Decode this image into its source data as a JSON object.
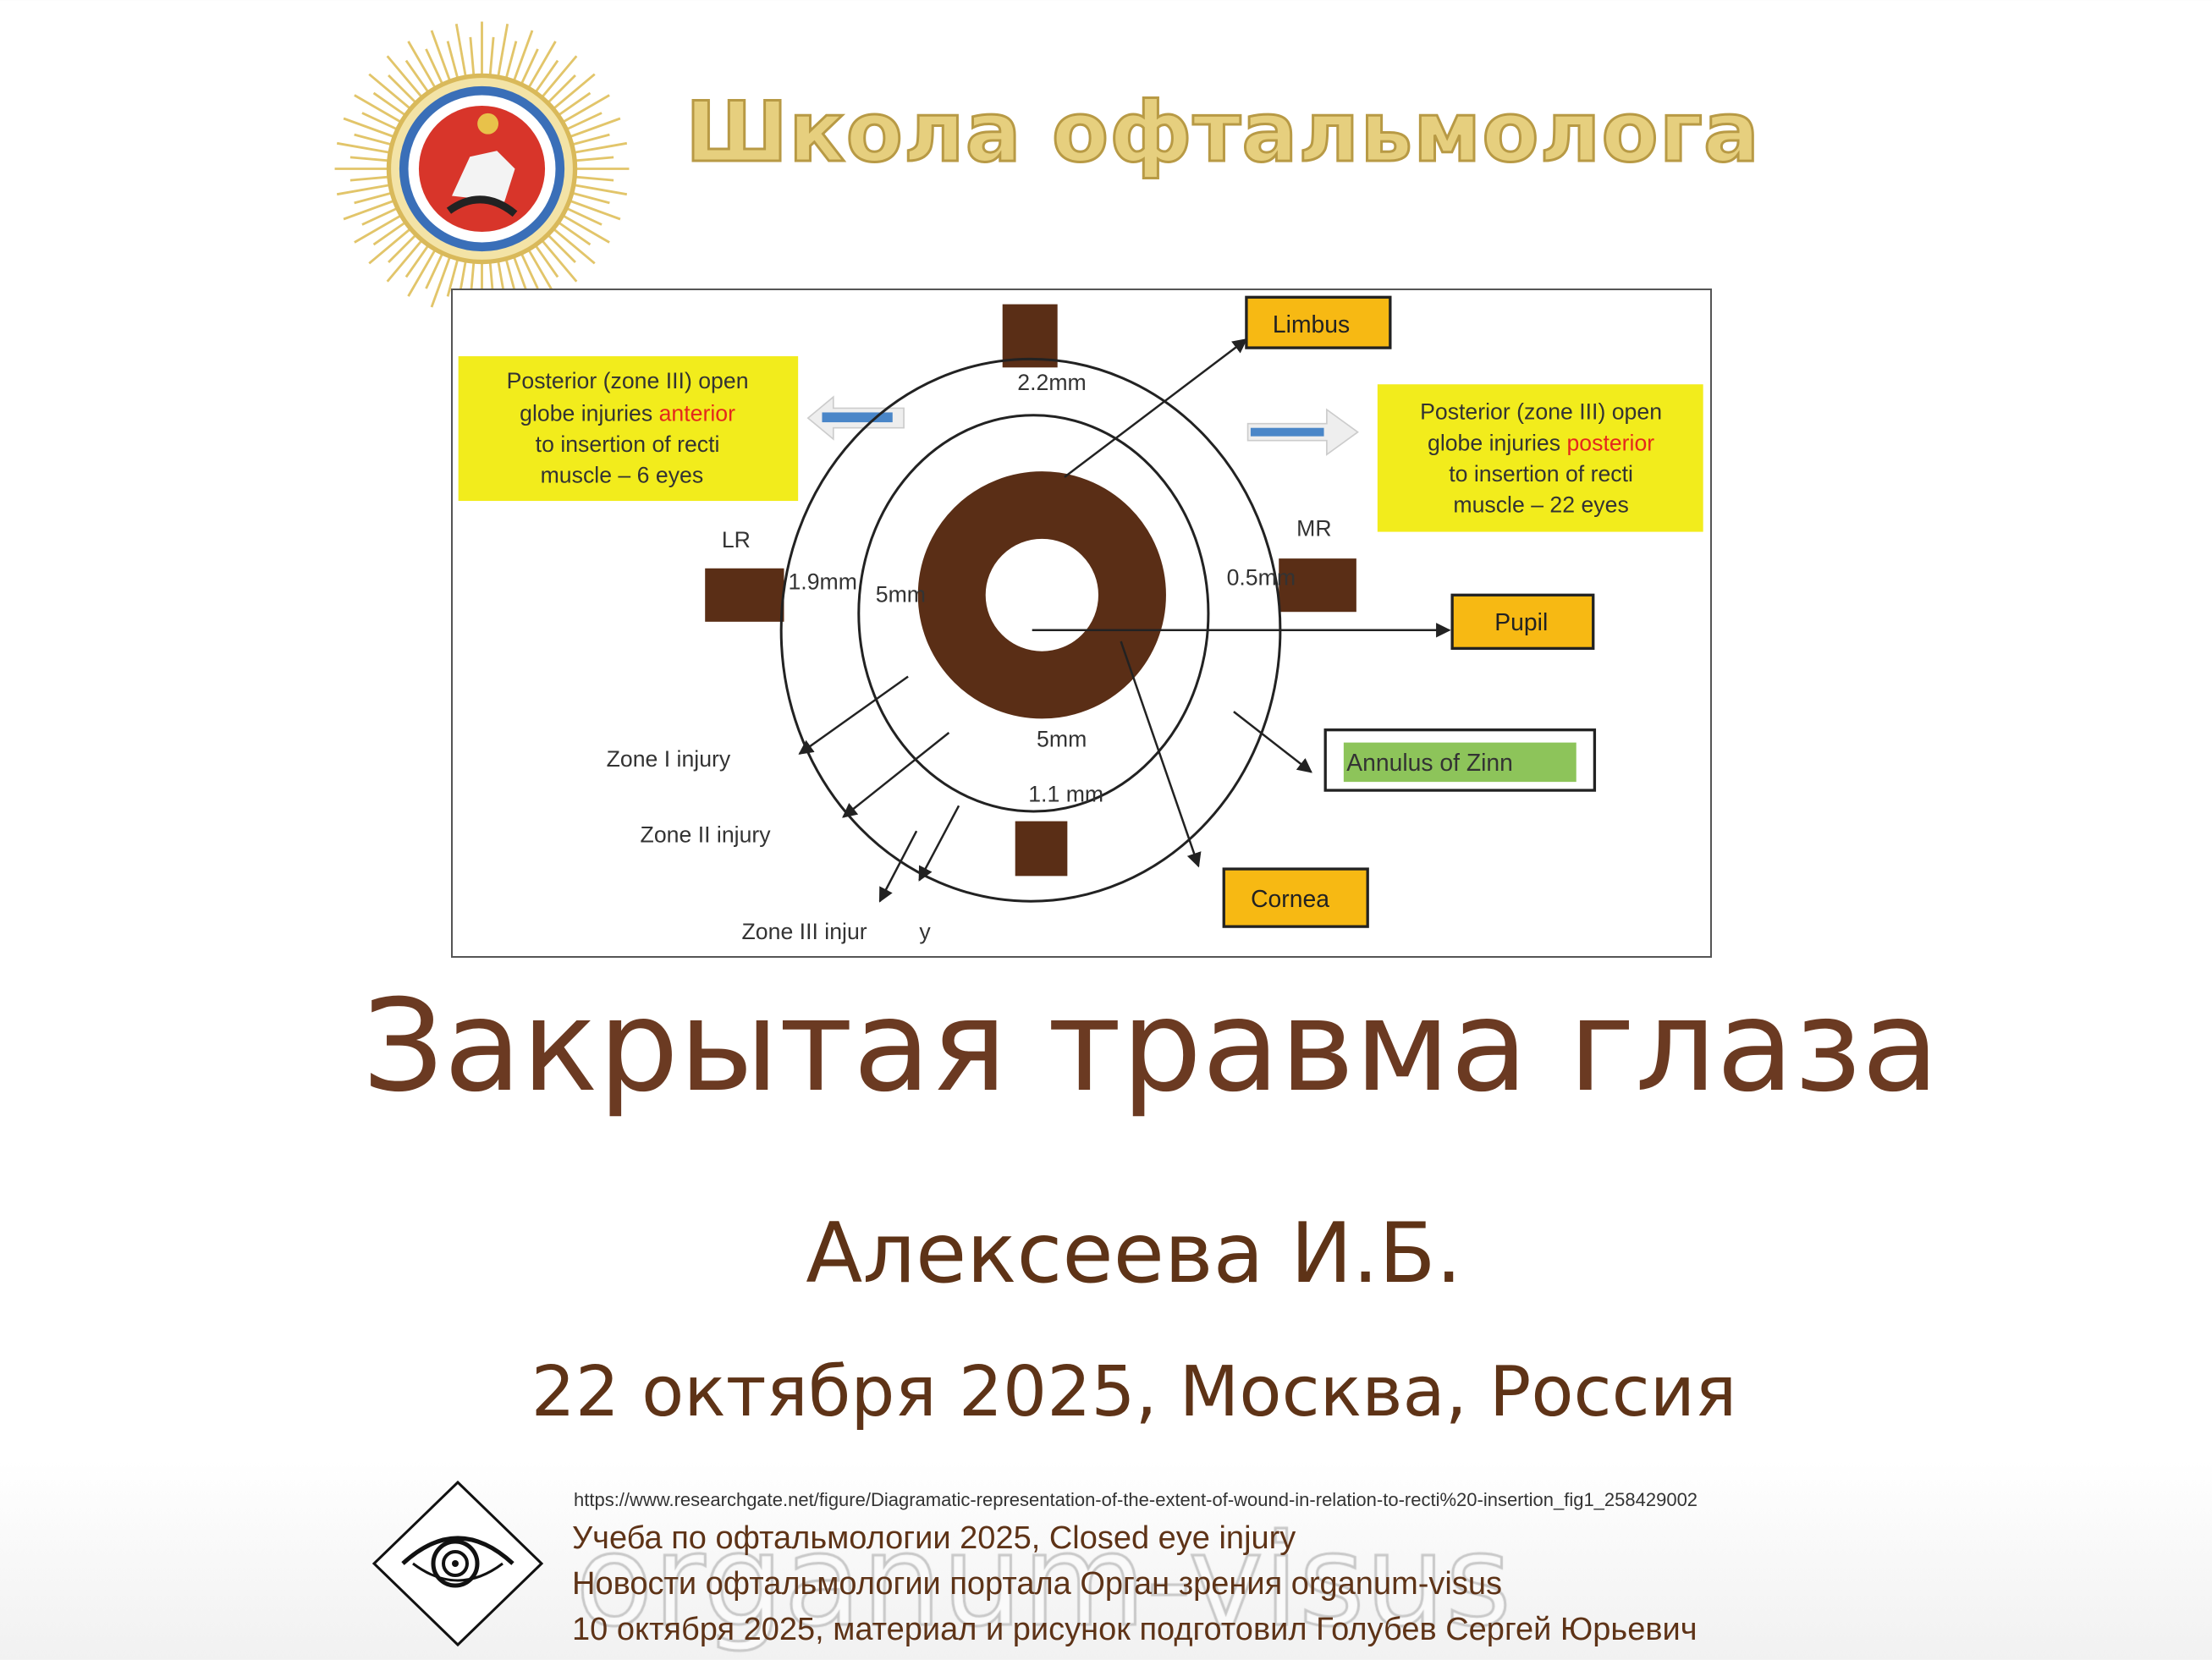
{
  "header": {
    "school_title": "Школа офтальмолога",
    "logo": "institute-emblem"
  },
  "diagram": {
    "left_box": {
      "line1": "Posterior (zone III) open",
      "line2_a": "globe injuries ",
      "line2_b": "anterior",
      "line3": "to insertion of recti",
      "line4": "muscle – 6 eyes"
    },
    "right_box": {
      "line1": "Posterior (zone III) open",
      "line2_a": "globe injuries ",
      "line2_b": "posterior",
      "line3": "to insertion of recti",
      "line4": "muscle – 22 eyes"
    },
    "labels": {
      "limbus": "Limbus",
      "pupil": "Pupil",
      "annulus": "Annulus of Zinn",
      "cornea": "Cornea",
      "lr": "LR",
      "mr": "MR",
      "top_dist": "2.2mm",
      "left_dist": "1.9mm",
      "left_inner": "5mm",
      "right_dist": "0.5mm",
      "bottom_inner": "5mm",
      "bottom_dist": "1.1 mm",
      "zone1": "Zone I injury",
      "zone2": "Zone II injury",
      "zone3a": "Zone III injur",
      "zone3b": "y"
    },
    "colors": {
      "yellow": "#f2ec1c",
      "orange": "#f7b913",
      "green": "#8dc45a",
      "brown": "#5a2e16",
      "red": "#e4281c",
      "blue": "#4a86c8"
    }
  },
  "main": {
    "title": "Закрытая травма глаза",
    "author": "Алексеева И.Б.",
    "date": "22 октября 2025, Москва, Россия"
  },
  "footer": {
    "source_url": "https://www.researchgate.net/figure/Diagramatic-representation-of-the-extent-of-wound-in-relation-to-recti%20-insertion_fig1_258429002",
    "line1": "Учеба по офтальмологии 2025, Closed eye injury",
    "line2": "Новости офтальмологии портала Орган зрения organum-visus",
    "line3": "10 октября 2025, материал и рисунок подготовил Голубев Сергей Юрьевич",
    "watermark": "organum-visus"
  }
}
